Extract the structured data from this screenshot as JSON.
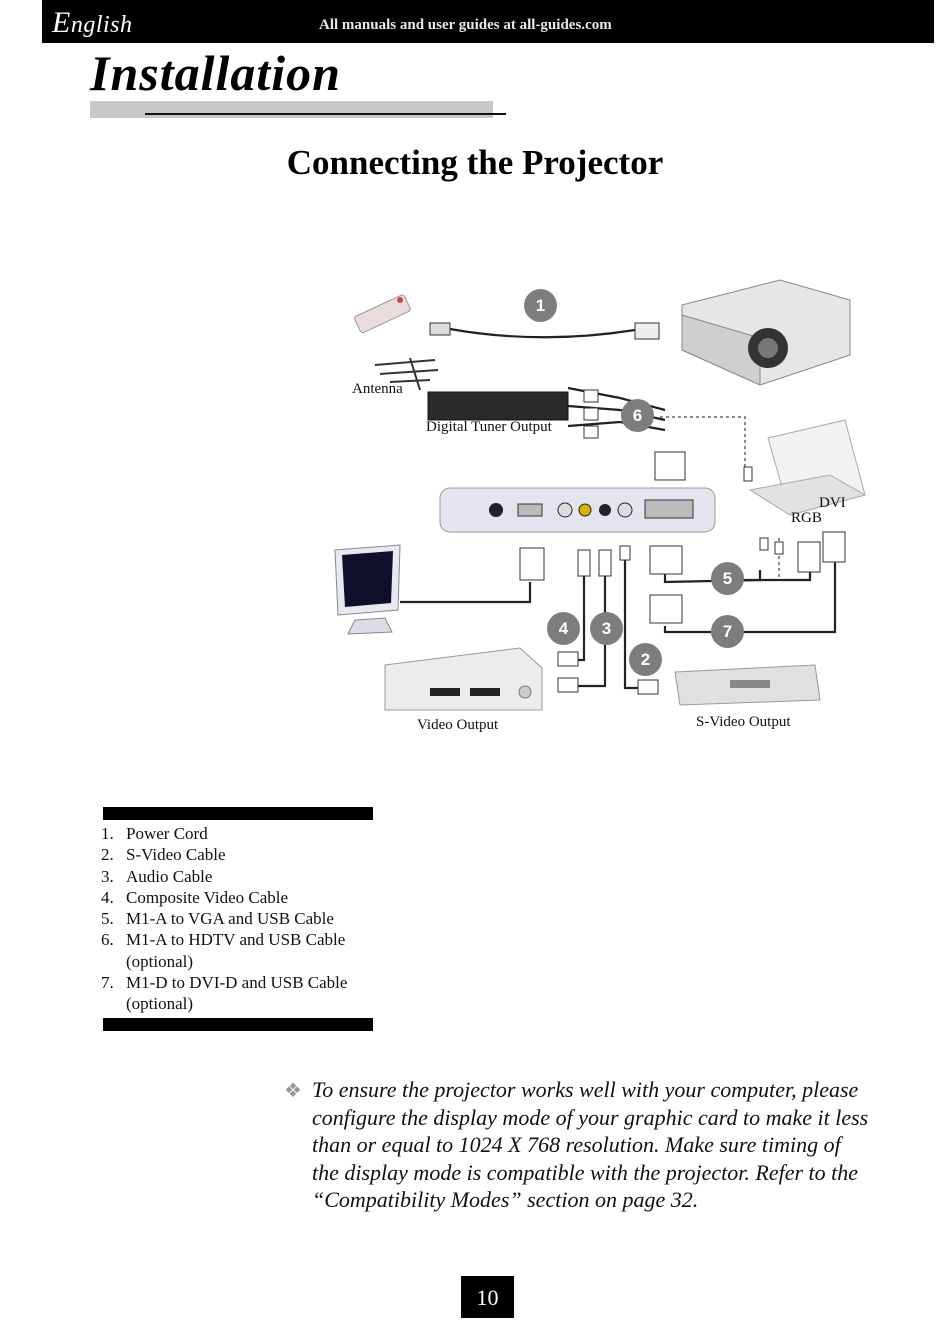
{
  "header": {
    "language_cap": "E",
    "language_rest": "nglish",
    "banner": "All manuals and user guides at all-guides.com"
  },
  "section_title": "Installation",
  "page_heading": "Connecting the Projector",
  "diagram": {
    "labels": {
      "antenna": "Antenna",
      "digital_tuner_output": "Digital Tuner Output",
      "dvi": "DVI",
      "rgb": "RGB",
      "video_output": "Video Output",
      "s_video_output": "S-Video Output"
    },
    "badges": [
      "1",
      "6",
      "5",
      "4",
      "3",
      "7",
      "2"
    ]
  },
  "legend": [
    {
      "num": "1.",
      "text": "Power Cord"
    },
    {
      "num": "2.",
      "text": "S-Video Cable"
    },
    {
      "num": "3.",
      "text": "Audio Cable"
    },
    {
      "num": "4.",
      "text": "Composite Video Cable"
    },
    {
      "num": "5.",
      "text": "M1-A to VGA and USB Cable"
    },
    {
      "num": "6.",
      "text": "M1-A to HDTV and USB Cable"
    },
    {
      "num": "",
      "text": "(optional)"
    },
    {
      "num": "7.",
      "text": "M1-D to DVI-D and USB Cable"
    },
    {
      "num": "",
      "text": "(optional)"
    }
  ],
  "note": {
    "icon": "diamond-bullet-icon",
    "text": "To ensure the projector works well with your computer, please configure the display mode of your graphic card to make it less than or equal to 1024 X 768 resolution. Make sure timing of the display mode is compatible with the projector.  Refer to the “Compatibility Modes” section on page 32."
  },
  "page_number": "10"
}
